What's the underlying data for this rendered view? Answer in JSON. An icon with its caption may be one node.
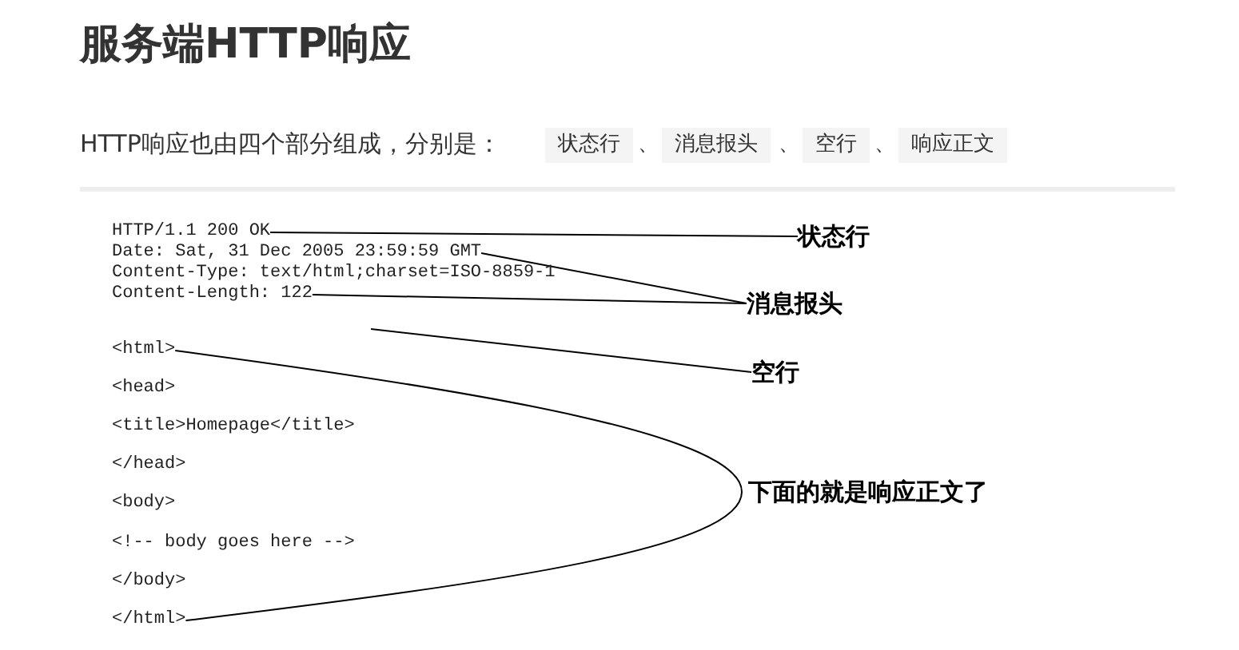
{
  "diagram": {
    "title": "服务端HTTP响应",
    "nodes": [
      {
        "text": [
          "HTTP/1.1 200 OK"
        ]
      },
      {
        "text": [
          "Date: Sat, 31 Dec 2005 23:59:59 GMT"
        ]
      },
      {
        "text": [
          "Content-Type: text/html;charset=ISO-8859-1"
        ]
      },
      {
        "text": [
          "Content-Length: 122"
        ]
      },
      {
        "text": [
          "<html>"
        ]
      },
      {
        "text": [
          "<head>"
        ]
      },
      {
        "text": [
          "<title>Homepage</title>"
        ]
      },
      {
        "text": [
          "</head>"
        ]
      },
      {
        "text": [
          "<body>"
        ]
      },
      {
        "text": [
          "<!-- body goes here -->"
        ]
      },
      {
        "text": [
          "</body>"
        ]
      },
      {
        "text": [
          "</html>"
        ]
      },
      {
        "text": [
          "状态行"
        ]
      },
      {
        "text": [
          "消息报头"
        ]
      },
      {
        "text": [
          "空行"
        ]
      },
      {
        "text": [
          "下面的就是响应正文了"
        ]
      }
    ],
    "edges": [
      {
        "from": 0,
        "to": 12,
        "arrow": "none"
      },
      {
        "from": 13,
        "to": 1,
        "arrow": "none"
      },
      {
        "from": 13,
        "to": 3,
        "arrow": "none"
      },
      {
        "from": null,
        "to": 14,
        "arrow": "none"
      },
      {
        "from": 4,
        "to": 15,
        "arrow": "none"
      },
      {
        "from": 11,
        "to": 15,
        "arrow": "none"
      }
    ],
    "labels": [
      "HTTP响应也由四个部分组成，分别是：",
      "状态行",
      "、",
      "消息报头",
      "、",
      "空行",
      "、",
      "响应正文"
    ]
  }
}
